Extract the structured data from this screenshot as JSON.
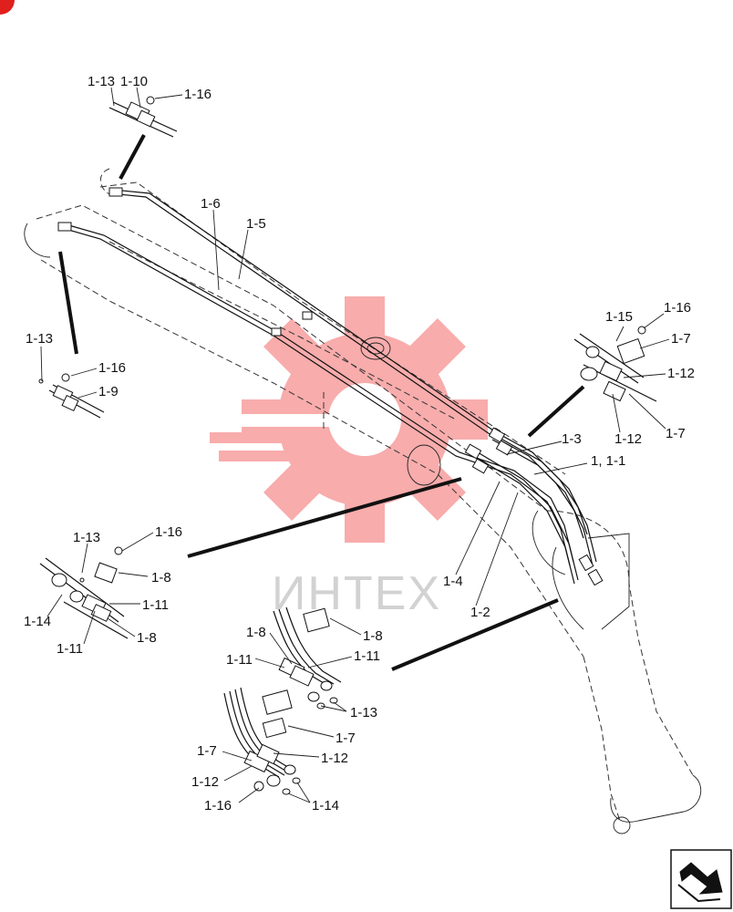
{
  "watermark": {
    "text": "ИНТЕХ",
    "color": "#f04a4a"
  },
  "corner_mark_color": "#e0201d",
  "callouts": {
    "top_1_13": "1-13",
    "top_1_10": "1-10",
    "top_1_16": "1-16",
    "left_1_13": "1-13",
    "left_1_16": "1-16",
    "left_1_9": "1-9",
    "main_1_6": "1-6",
    "main_1_5": "1-5",
    "main_1_3": "1-3",
    "main_1_1": "1, 1-1",
    "main_1_4": "1-4",
    "main_1_2": "1-2",
    "right_1_16": "1-16",
    "right_1_15": "1-15",
    "right_1_7a": "1-7",
    "right_1_12a": "1-12",
    "right_1_12b": "1-12",
    "right_1_7b": "1-7",
    "mid_1_13": "1-13",
    "mid_1_16": "1-16",
    "mid_1_8a": "1-8",
    "mid_1_11a": "1-11",
    "mid_1_14": "1-14",
    "mid_1_11b": "1-11",
    "mid_1_8b": "1-8",
    "low_1_8a": "1-8",
    "low_1_8b": "1-8",
    "low_1_11a": "1-11",
    "low_1_11b": "1-11",
    "low_1_13": "1-13",
    "low_1_7a": "1-7",
    "low_1_7b": "1-7",
    "low_1_12a": "1-12",
    "low_1_12b": "1-12",
    "low_1_16": "1-16",
    "low_1_14": "1-14"
  },
  "nav_icon": "next-page-arrow-icon"
}
